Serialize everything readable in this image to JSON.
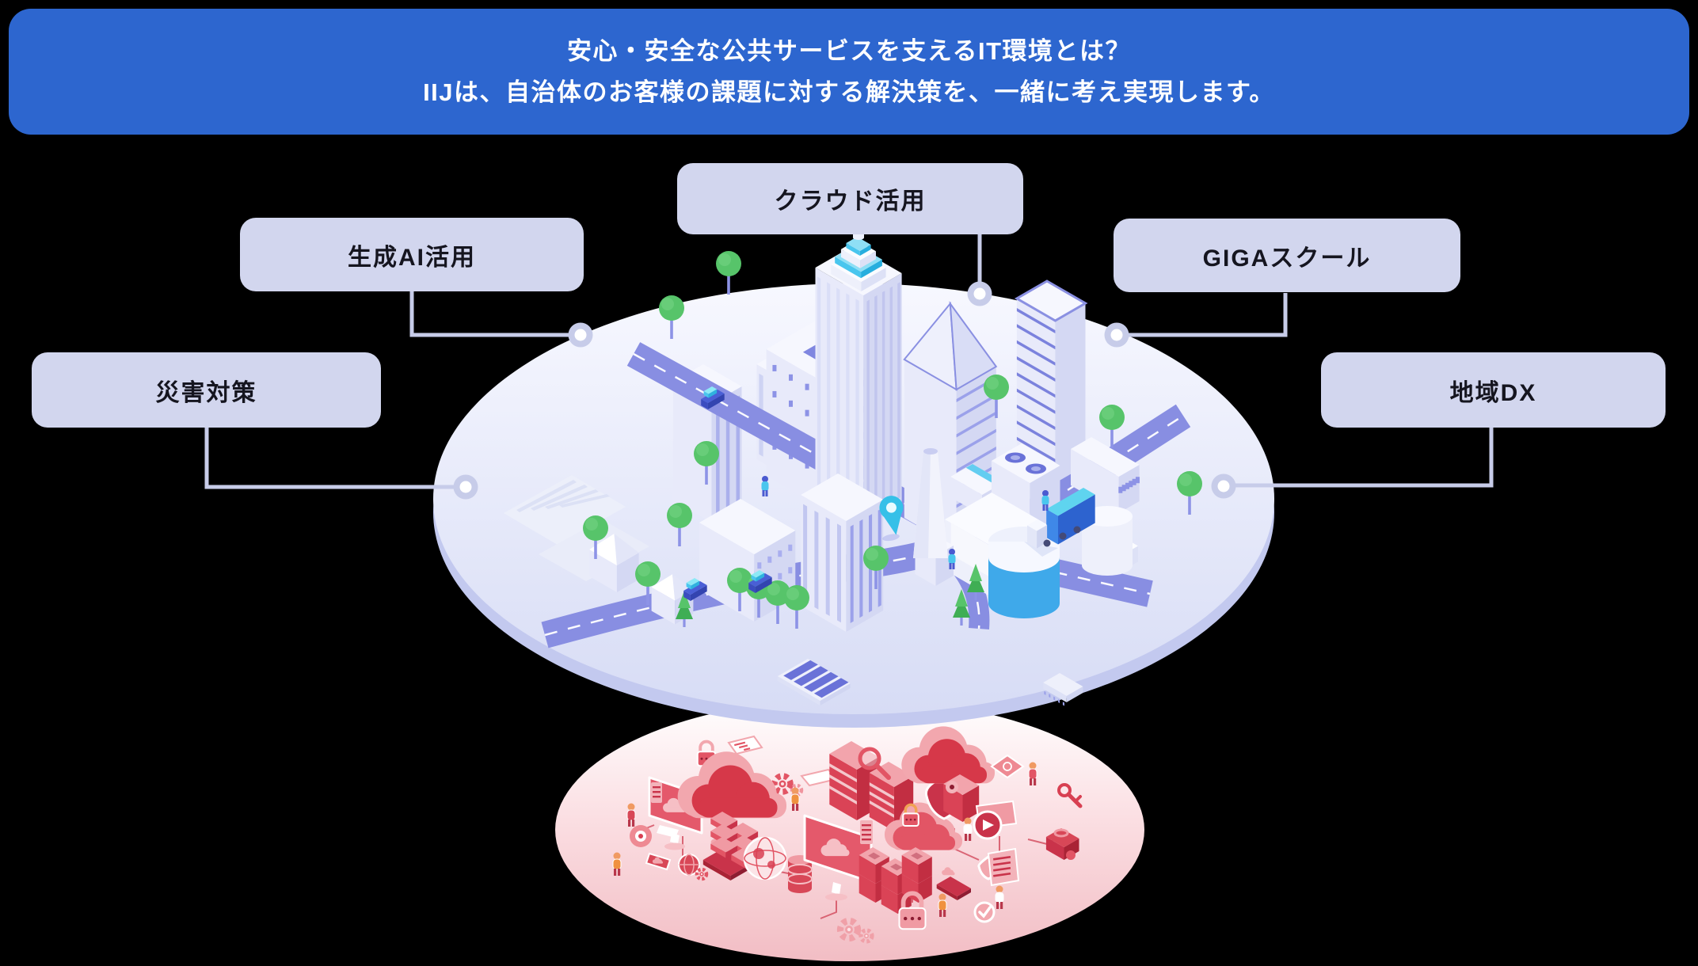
{
  "banner": {
    "line1": "安心・安全な公共サービスを支えるIT環境とは？",
    "line2": "IIJは、自治体のお客様の課題に対する解決策を、一緒に考え実現します。"
  },
  "topics": [
    {
      "id": "disaster",
      "label": "災害対策"
    },
    {
      "id": "generative-ai",
      "label": "生成AI活用"
    },
    {
      "id": "cloud",
      "label": "クラウド活用"
    },
    {
      "id": "giga-school",
      "label": "GIGAスクール"
    },
    {
      "id": "regional-dx",
      "label": "地域DX"
    }
  ],
  "colors": {
    "page_background": "#000000",
    "banner_background": "#2d66cf",
    "banner_text": "#ffffff",
    "topic_box_background": "#d2d6ee",
    "topic_box_text": "#15151f",
    "connector_line": "#c7cce9",
    "node_ring": "#c7cce9",
    "node_center": "#ffffff",
    "platform_top": "#f6f7fe",
    "platform_bottom": "#d7dcf5",
    "platform_rim": "#c3c9ef",
    "road": "#888ee2",
    "road_dash": "#ffffff",
    "tree_green": "#57c46a",
    "accent_cyan": "#35c0e8",
    "risk_red": "#d84052",
    "risk_red_dark": "#c9334a",
    "risk_pink": "#f2a7ae",
    "risk_pink_light": "#f2bdc4"
  },
  "icons": [
    {
      "name": "connector-node",
      "style": "white dot in lavender ring"
    },
    {
      "name": "location-pin-icon",
      "color": "#35c0e8"
    }
  ]
}
